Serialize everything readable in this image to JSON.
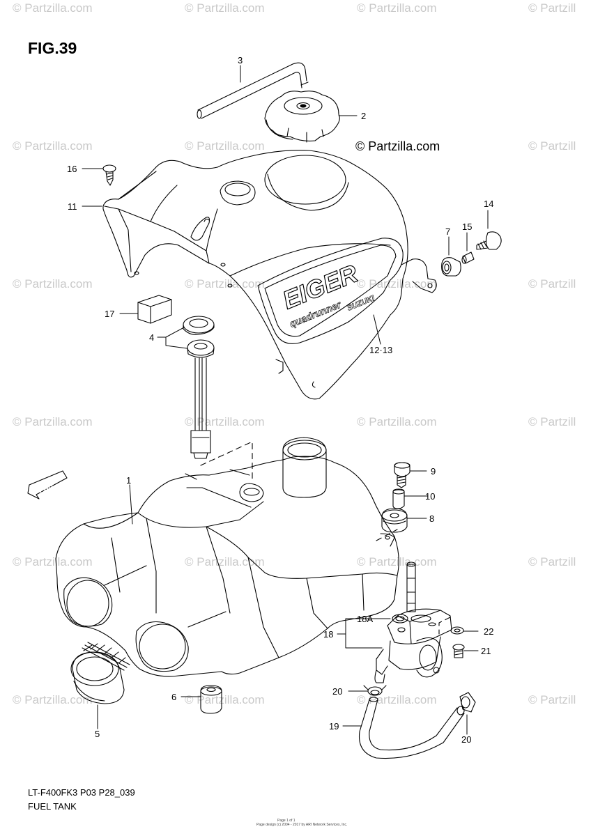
{
  "figure": {
    "title": "FIG.39",
    "copyright": "© Partzilla.com",
    "model_code": "LT-F400FK3  P03  P28_039",
    "section_name": "FUEL TANK",
    "page_credit_1": "Page 1 of 1",
    "page_credit_2": "Page design (c) 2004 - 2017 by ARI Network Services, Inc."
  },
  "watermark": {
    "text": "© Partzilla.com",
    "partial_text": "© Partzill"
  },
  "fwd_label": "FWD",
  "decal_text": {
    "brand": "EIGER",
    "sub": "quadrunner",
    "maker": "SUZUKI"
  },
  "callouts": [
    {
      "id": "c1",
      "label": "1"
    },
    {
      "id": "c2",
      "label": "2"
    },
    {
      "id": "c3",
      "label": "3"
    },
    {
      "id": "c4",
      "label": "4"
    },
    {
      "id": "c5",
      "label": "5"
    },
    {
      "id": "c6",
      "label": "6"
    },
    {
      "id": "c7",
      "label": "7"
    },
    {
      "id": "c8",
      "label": "8"
    },
    {
      "id": "c9",
      "label": "9"
    },
    {
      "id": "c10",
      "label": "10"
    },
    {
      "id": "c11",
      "label": "11"
    },
    {
      "id": "c12",
      "label": "12·13"
    },
    {
      "id": "c14",
      "label": "14"
    },
    {
      "id": "c15",
      "label": "15"
    },
    {
      "id": "c16",
      "label": "16"
    },
    {
      "id": "c17",
      "label": "17"
    },
    {
      "id": "c18",
      "label": "18"
    },
    {
      "id": "c18a",
      "label": "18A"
    },
    {
      "id": "c19",
      "label": "19"
    },
    {
      "id": "c20a",
      "label": "20"
    },
    {
      "id": "c20b",
      "label": "20"
    },
    {
      "id": "c21",
      "label": "21"
    },
    {
      "id": "c22",
      "label": "22"
    }
  ]
}
